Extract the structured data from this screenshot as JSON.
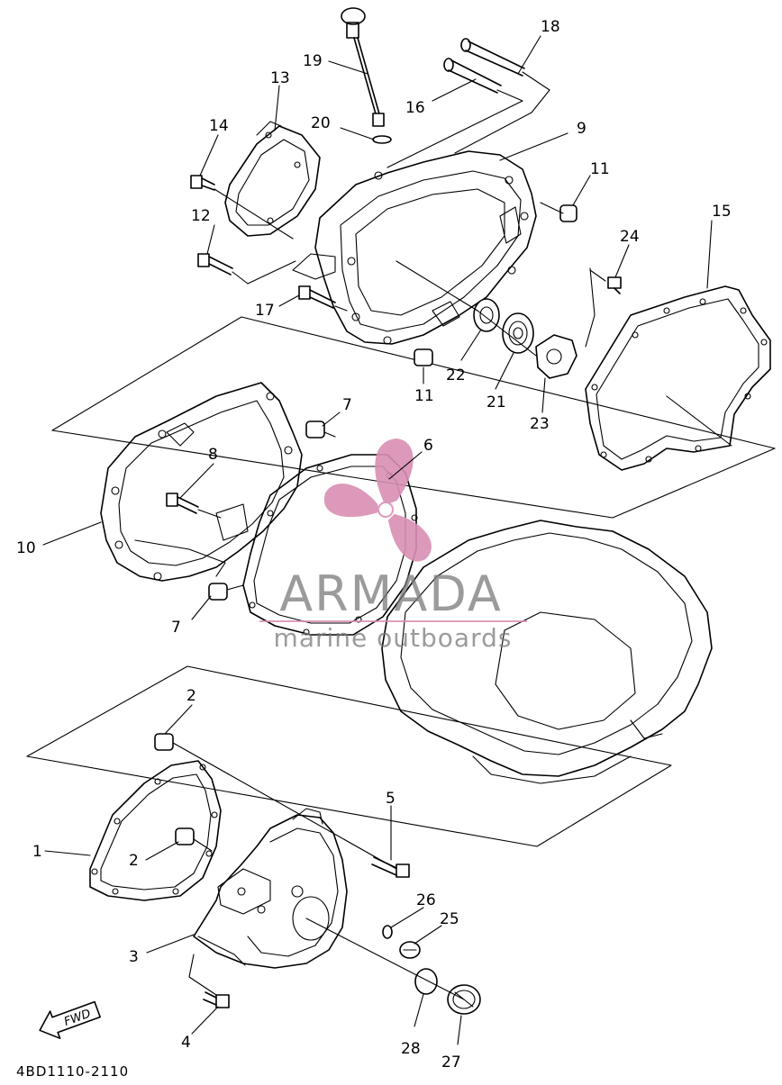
{
  "diagram": {
    "part_code": "4BD1110-2110",
    "fwd_label": "FWD",
    "watermark": {
      "brand": "ARMADA",
      "tagline": "marine outboards",
      "color": "#d98fb3",
      "text_color": "#7a7a7a"
    },
    "callouts": {
      "c1": "1",
      "c2a": "2",
      "c2b": "2",
      "c3": "3",
      "c4": "4",
      "c5": "5",
      "c6": "6",
      "c7a": "7",
      "c7b": "7",
      "c8": "8",
      "c9": "9",
      "c10": "10",
      "c11a": "11",
      "c11b": "11",
      "c12": "12",
      "c13": "13",
      "c14": "14",
      "c15": "15",
      "c16": "16",
      "c17": "17",
      "c18": "18",
      "c19": "19",
      "c20": "20",
      "c21": "21",
      "c22": "22",
      "c23": "23",
      "c24": "24",
      "c25": "25",
      "c26": "26",
      "c27": "27",
      "c28": "28"
    }
  }
}
